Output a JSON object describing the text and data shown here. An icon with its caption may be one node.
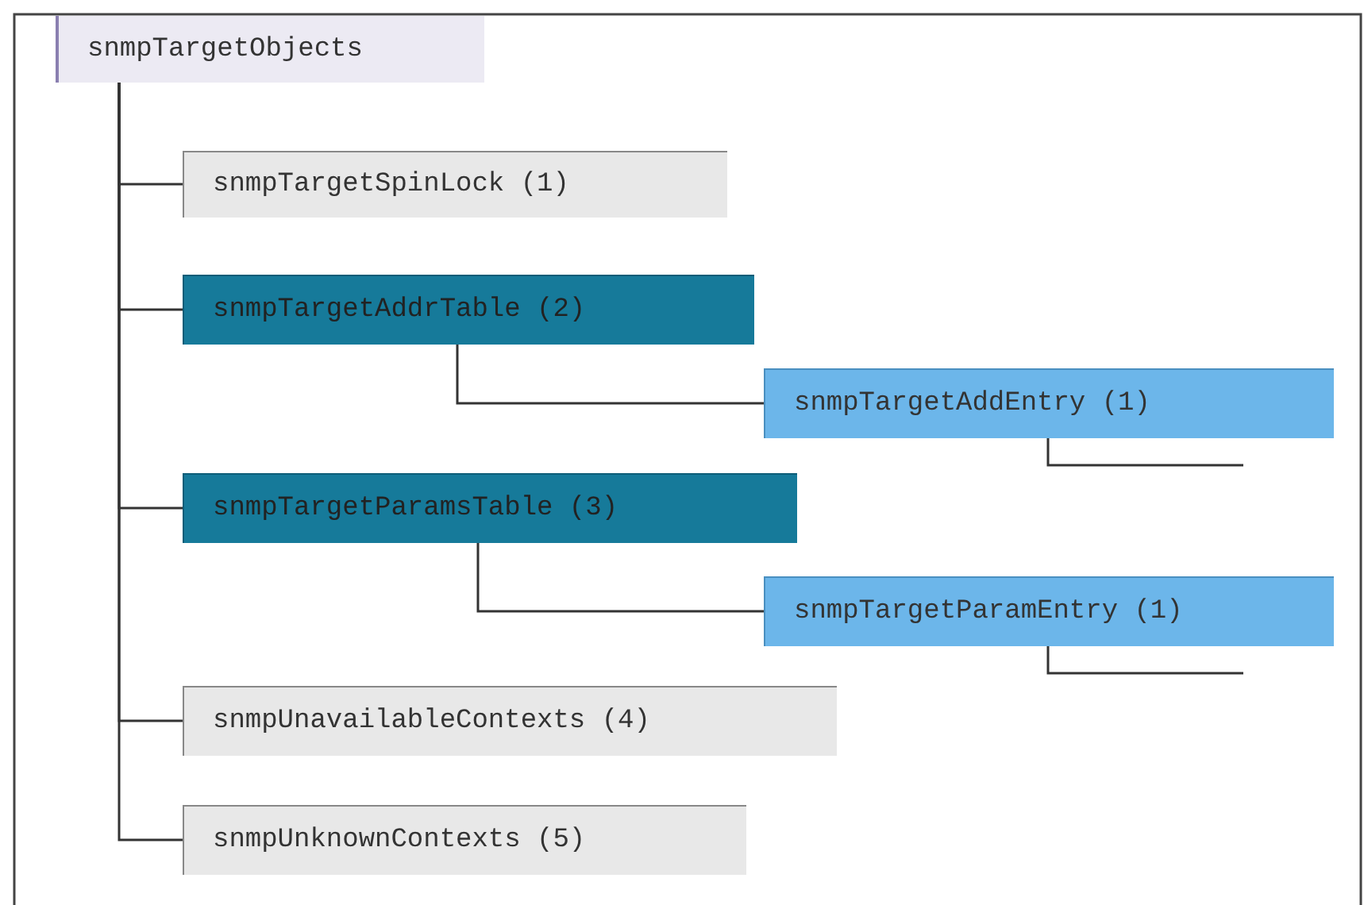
{
  "diagram": {
    "nodes": [
      {
        "text": [
          "snmpTargetObjects"
        ]
      },
      {
        "text": [
          "snmpTargetSpinLock (1)"
        ]
      },
      {
        "text": [
          "snmpTargetAddrTable (2)"
        ]
      },
      {
        "text": [
          "snmpTargetAddEntry (1)"
        ]
      },
      {
        "text": [
          "snmpTargetParamsTable (3)"
        ]
      },
      {
        "text": [
          "snmpTargetParamEntry (1)"
        ]
      },
      {
        "text": [
          "snmpUnavailableContexts (4)"
        ]
      },
      {
        "text": [
          "snmpUnknownContexts (5)"
        ]
      }
    ],
    "edges": [
      {
        "from": 0,
        "to": 1,
        "arrow": "none"
      },
      {
        "from": 0,
        "to": 2,
        "arrow": "none"
      },
      {
        "from": 2,
        "to": 3,
        "arrow": "none"
      },
      {
        "from": 3,
        "to": null,
        "arrow": "none"
      },
      {
        "from": 0,
        "to": 4,
        "arrow": "none"
      },
      {
        "from": 4,
        "to": 5,
        "arrow": "none"
      },
      {
        "from": 5,
        "to": null,
        "arrow": "none"
      },
      {
        "from": 0,
        "to": 6,
        "arrow": "none"
      },
      {
        "from": 0,
        "to": 7,
        "arrow": "none"
      }
    ]
  }
}
